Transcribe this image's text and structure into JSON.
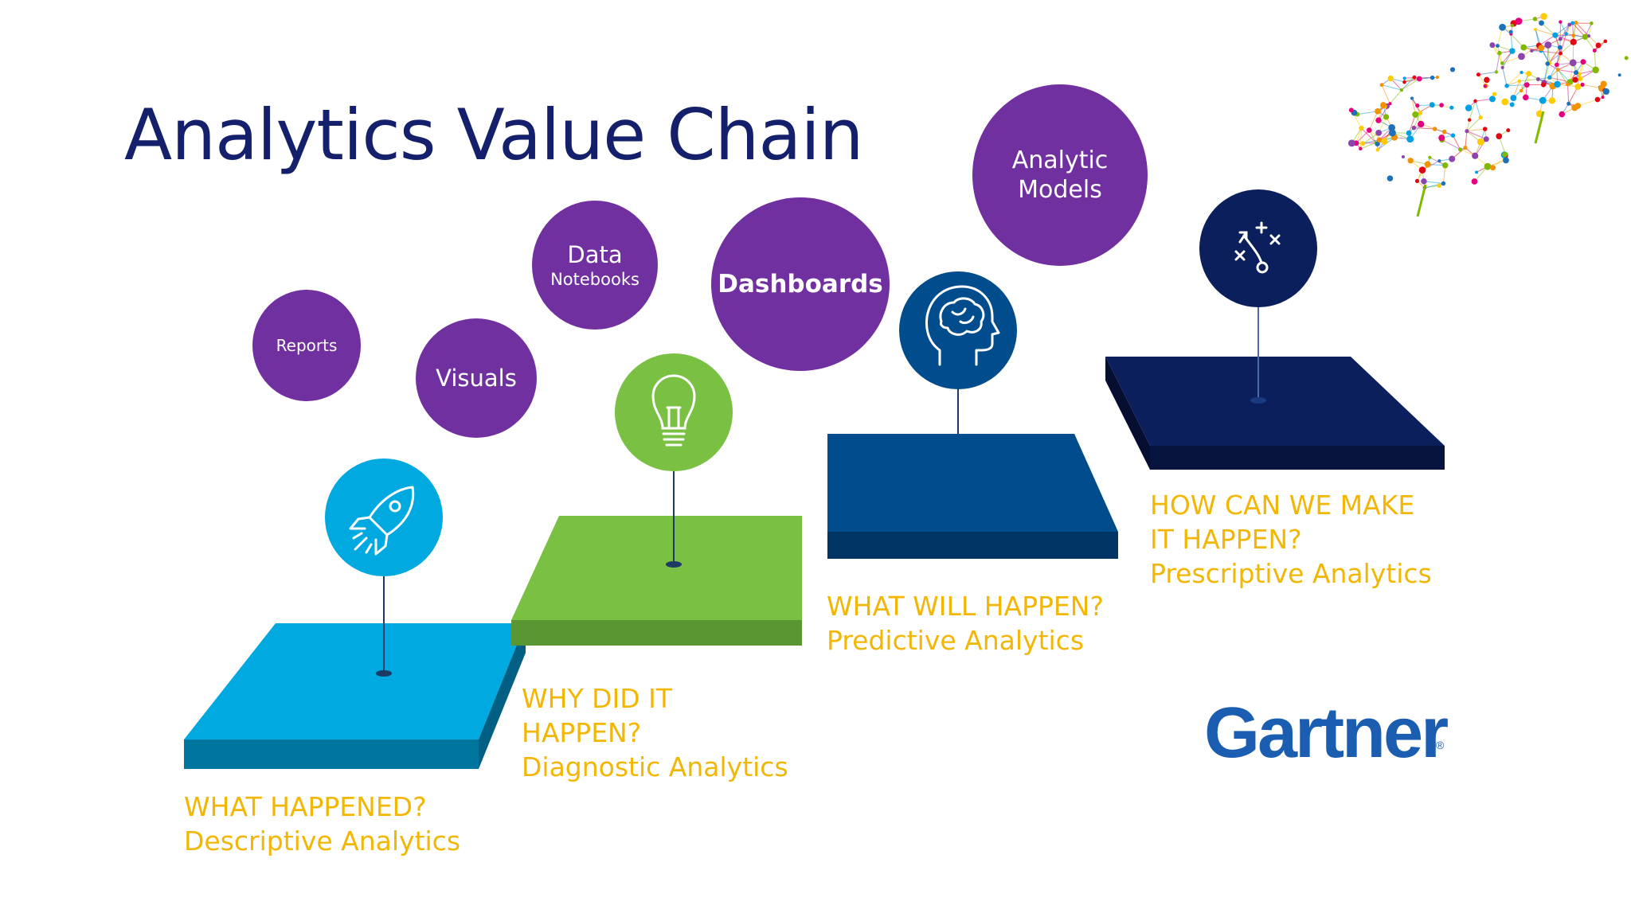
{
  "title": "Analytics Value Chain",
  "bubbles": {
    "reports": "Reports",
    "visuals": "Visuals",
    "data_title": "Data",
    "data_sub": "Notebooks",
    "dashboards": "Dashboards",
    "analytic_line1": "Analytic",
    "analytic_line2": "Models"
  },
  "stages": [
    {
      "question": "WHAT HAPPENED?",
      "name": "Descriptive Analytics",
      "icon": "rocket-icon",
      "color": "#00a9e0"
    },
    {
      "question_line1": "WHY DID IT",
      "question_line2": "HAPPEN?",
      "name": "Diagnostic Analytics",
      "icon": "lightbulb-icon",
      "color": "#7ac143"
    },
    {
      "question": "WHAT WILL HAPPEN?",
      "name": "Predictive Analytics",
      "icon": "head-brain-icon",
      "color": "#004c8c"
    },
    {
      "question_line1": "HOW CAN WE MAKE",
      "question_line2": "IT HAPPEN?",
      "name": "Prescriptive Analytics",
      "icon": "strategy-play-icon",
      "color": "#0b1f5c"
    }
  ],
  "brand": {
    "logo_text": "Gartner",
    "registered": "®",
    "logo_color": "#1b5db1",
    "accent": "#f2b705",
    "bubble_color": "#7030a0",
    "title_color": "#14206b"
  }
}
